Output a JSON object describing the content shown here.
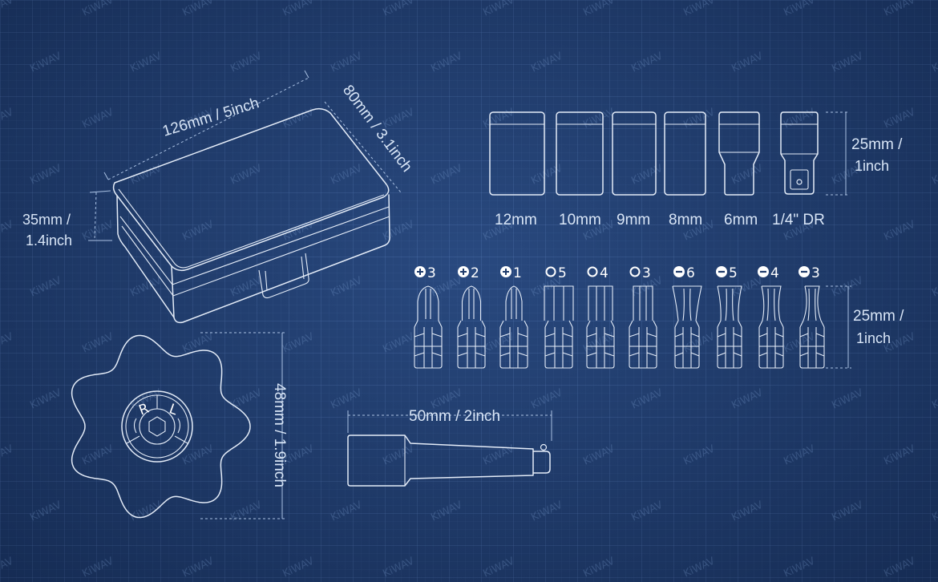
{
  "brand": "KiWAV",
  "case": {
    "length_label": "126mm / 5inch",
    "width_label": "80mm / 3.1inch",
    "height_label": "35mm / 1.4inch"
  },
  "sockets": {
    "height_label_1": "25mm /",
    "height_label_2": "1inch",
    "sizes": [
      "12mm",
      "10mm",
      "9mm",
      "8mm",
      "6mm",
      "1/4\" DR"
    ]
  },
  "bits": {
    "height_label_1": "25mm /",
    "height_label_2": "1inch",
    "items": [
      {
        "type": "phillips",
        "size": "3"
      },
      {
        "type": "phillips",
        "size": "2"
      },
      {
        "type": "phillips",
        "size": "1"
      },
      {
        "type": "hex",
        "size": "5"
      },
      {
        "type": "hex",
        "size": "4"
      },
      {
        "type": "hex",
        "size": "3"
      },
      {
        "type": "slotted",
        "size": "6"
      },
      {
        "type": "slotted",
        "size": "5"
      },
      {
        "type": "slotted",
        "size": "4"
      },
      {
        "type": "slotted",
        "size": "3"
      }
    ]
  },
  "ratchet": {
    "diameter_label": "48mm / 1.9inch",
    "right_label": "R",
    "left_label": "L"
  },
  "extension": {
    "length_label": "50mm / 2inch"
  }
}
